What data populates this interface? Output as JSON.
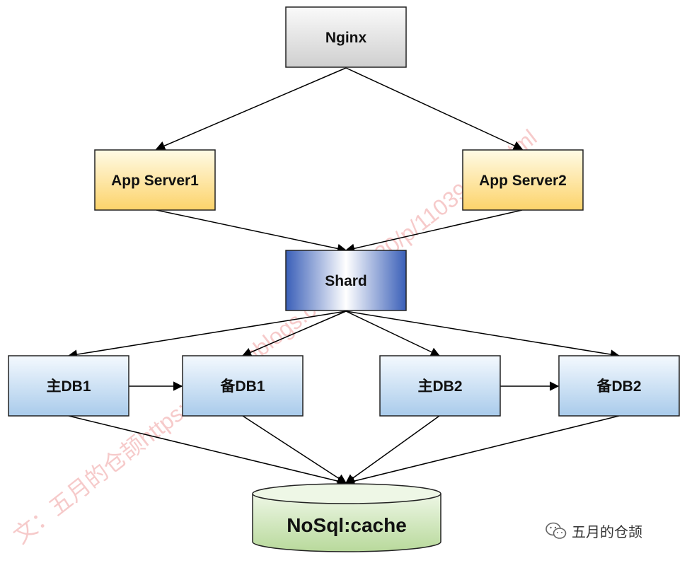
{
  "diagram": {
    "nodes": {
      "nginx": "Nginx",
      "app1": "App Server1",
      "app2": "App Server2",
      "shard": "Shard",
      "master1": "主DB1",
      "slave1": "备DB1",
      "master2": "主DB2",
      "slave2": "备DB2",
      "nosql": "NoSql:cache"
    },
    "watermark": "文：五月的仓颉https://www.cnblogs.com/xrq730/p/11039384.html"
  },
  "footer": {
    "account": "五月的仓颉",
    "icon": "wechat-icon"
  },
  "colors": {
    "nginx_fill": "#e6e6e6",
    "app_fill": "#fde49a",
    "shard_fill": "#5a7fd0",
    "db_fill": "#c7ddf3",
    "nosql_fill": "#cde5b4",
    "edge": "#000000",
    "watermark": "#e86a6a"
  }
}
